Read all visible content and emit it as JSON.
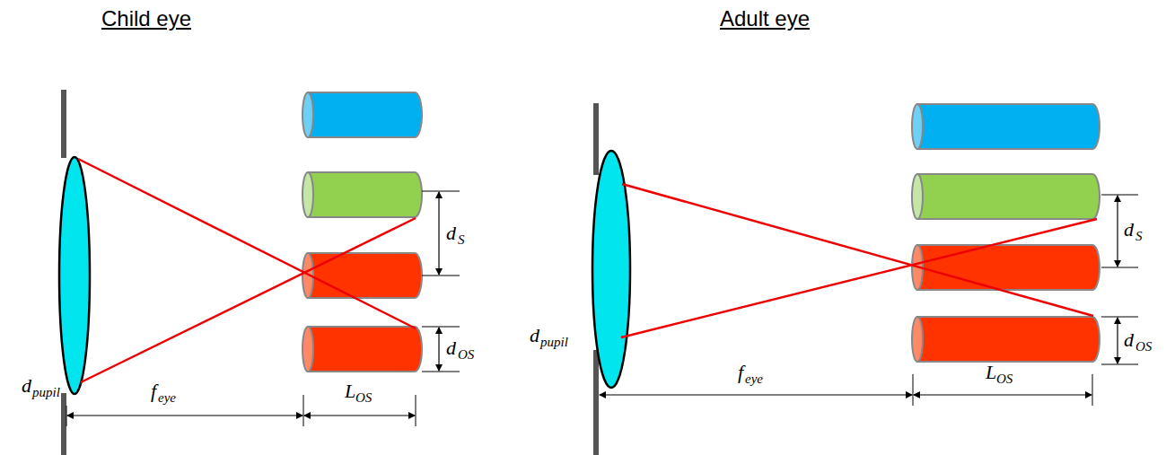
{
  "diagram": {
    "labels": [
      "Child eye",
      "Adult eye",
      "d",
      "S",
      "d",
      "OS",
      "d",
      "pupil",
      "f",
      "eye",
      "L",
      "OS",
      "d",
      "S",
      "d",
      "OS",
      "d",
      "pupil",
      "f",
      "eye",
      "L",
      "OS"
    ]
  }
}
